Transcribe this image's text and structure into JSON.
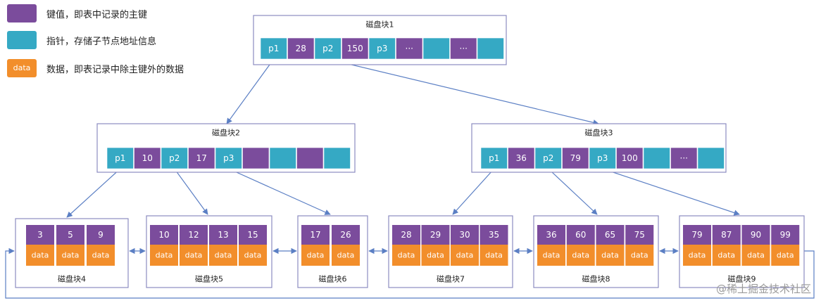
{
  "colors": {
    "key": "#7b4c9c",
    "pointer": "#35a9c4",
    "data": "#f28e2b",
    "border": "#8c8cc0",
    "arrow": "#5b7fc4"
  },
  "legend": [
    {
      "type": "key",
      "swatch_text": "",
      "text": "键值，即表中记录的主键"
    },
    {
      "type": "pointer",
      "swatch_text": "",
      "text": "指针，存储子节点地址信息"
    },
    {
      "type": "data",
      "swatch_text": "data",
      "text": "数据，即表记录中除主键外的数据"
    }
  ],
  "internal_nodes": [
    {
      "title": "磁盘块1",
      "cells": [
        {
          "t": "p",
          "v": "p1"
        },
        {
          "t": "k",
          "v": "28"
        },
        {
          "t": "p",
          "v": "p2"
        },
        {
          "t": "k",
          "v": "150"
        },
        {
          "t": "p",
          "v": "p3"
        },
        {
          "t": "k",
          "v": "···"
        },
        {
          "t": "p",
          "v": ""
        },
        {
          "t": "k",
          "v": "···"
        },
        {
          "t": "p",
          "v": ""
        }
      ]
    },
    {
      "title": "磁盘块2",
      "cells": [
        {
          "t": "p",
          "v": "p1"
        },
        {
          "t": "k",
          "v": "10"
        },
        {
          "t": "p",
          "v": "p2"
        },
        {
          "t": "k",
          "v": "17"
        },
        {
          "t": "p",
          "v": "p3"
        },
        {
          "t": "k",
          "v": ""
        },
        {
          "t": "p",
          "v": ""
        },
        {
          "t": "k",
          "v": ""
        },
        {
          "t": "p",
          "v": ""
        }
      ]
    },
    {
      "title": "磁盘块3",
      "cells": [
        {
          "t": "p",
          "v": "p1"
        },
        {
          "t": "k",
          "v": "36"
        },
        {
          "t": "p",
          "v": "p2"
        },
        {
          "t": "k",
          "v": "79"
        },
        {
          "t": "p",
          "v": "p3"
        },
        {
          "t": "k",
          "v": "100"
        },
        {
          "t": "p",
          "v": ""
        },
        {
          "t": "k",
          "v": "···"
        },
        {
          "t": "p",
          "v": ""
        }
      ]
    }
  ],
  "leaf_nodes": [
    {
      "title": "磁盘块4",
      "keys": [
        "3",
        "5",
        "9"
      ],
      "data_label": "data"
    },
    {
      "title": "磁盘块5",
      "keys": [
        "10",
        "12",
        "13",
        "15"
      ],
      "data_label": "data"
    },
    {
      "title": "磁盘块6",
      "keys": [
        "17",
        "26"
      ],
      "data_label": "data"
    },
    {
      "title": "磁盘块7",
      "keys": [
        "28",
        "29",
        "30",
        "35"
      ],
      "data_label": "data"
    },
    {
      "title": "磁盘块8",
      "keys": [
        "36",
        "60",
        "65",
        "75"
      ],
      "data_label": "data"
    },
    {
      "title": "磁盘块9",
      "keys": [
        "79",
        "87",
        "90",
        "99"
      ],
      "data_label": "data"
    }
  ],
  "watermark": "@稀土掘金技术社区"
}
